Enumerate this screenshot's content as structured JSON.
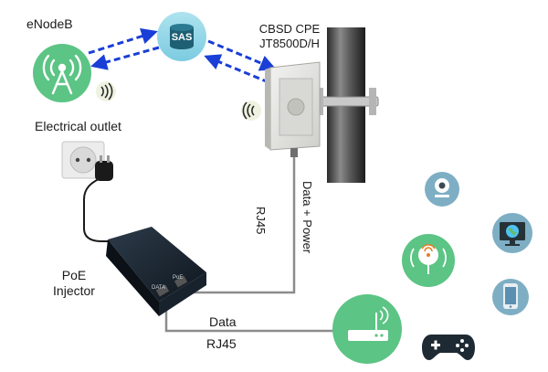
{
  "labels": {
    "enodeb": "eNodeB",
    "sas": "SAS",
    "cpe_line1": "CBSD CPE",
    "cpe_line2": "JT8500D/H",
    "electrical_outlet": "Electrical outlet",
    "rj45_vertical": "RJ45",
    "data_power_vertical": "Data + Power",
    "poe_line1": "PoE",
    "poe_line2": "Injector",
    "data_horizontal": "Data",
    "rj45_horizontal": "RJ45",
    "injector_port_data": "DATA",
    "injector_port_poe": "PoE"
  },
  "colors": {
    "green": "#5cc484",
    "sas_blue": "#8fd5e6",
    "link_blue": "#1a3fd6",
    "cable": "#8c8c8c",
    "steel_blue": "#7eaec4",
    "dark": "#1e2a33"
  },
  "devices": [
    "webcam-icon",
    "globe-monitor-icon",
    "wifi-signal-icon",
    "smartphone-icon",
    "game-controller-icon"
  ]
}
